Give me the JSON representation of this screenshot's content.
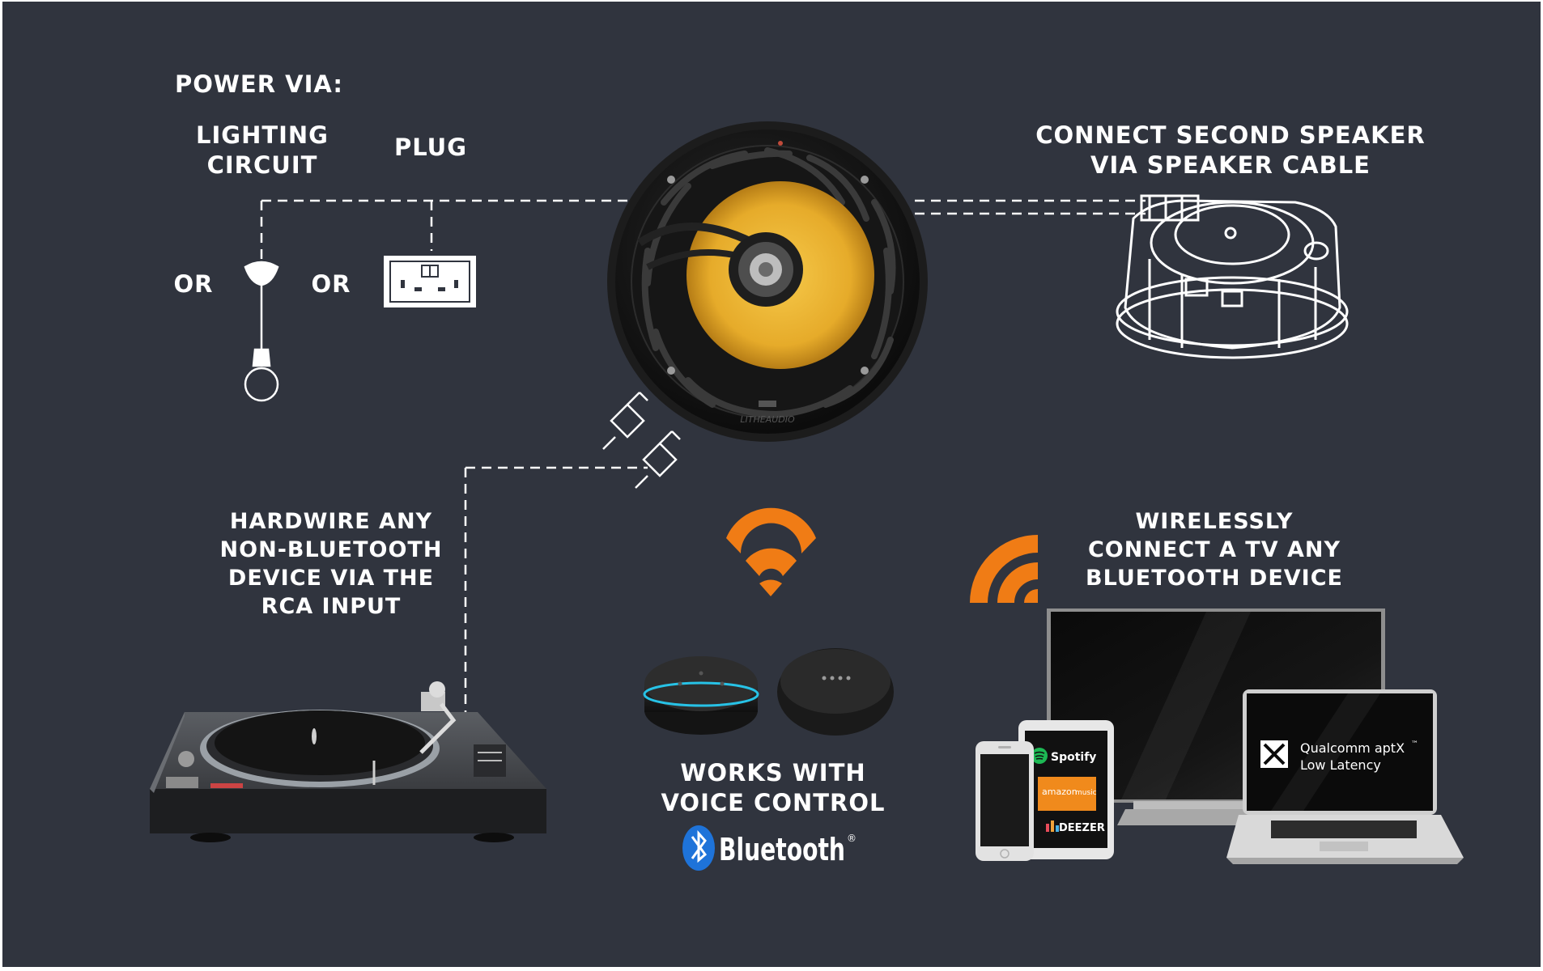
{
  "colors": {
    "background": "#30343e",
    "text": "#ffffff",
    "accent_orange": "#f07c15",
    "speaker_cone": "#e9b22f",
    "bluetooth_blue": "#1e73d9"
  },
  "power": {
    "heading": "POWER VIA:",
    "lighting_line1": "LIGHTING",
    "lighting_line2": "CIRCUIT",
    "plug": "PLUG",
    "or_left": "OR",
    "or_right": "OR"
  },
  "second_speaker": {
    "line1": "CONNECT SECOND SPEAKER",
    "line2": "VIA SPEAKER CABLE"
  },
  "speaker_brand": "LITHEAUDIO",
  "hardwire": {
    "line1": "HARDWIRE ANY",
    "line2": "NON-BLUETOOTH",
    "line3": "DEVICE VIA THE",
    "line4": "RCA INPUT"
  },
  "wireless": {
    "line1": "WIRELESSLY",
    "line2": "CONNECT  A TV ANY",
    "line3": "BLUETOOTH DEVICE"
  },
  "voice": {
    "line1": "WORKS WITH",
    "line2": "VOICE CONTROL"
  },
  "bluetooth_wordmark": "Bluetooth",
  "bluetooth_reg": "®",
  "aptx": {
    "line1": "Qualcomm aptX",
    "line2": "Low Latency",
    "tm": "™"
  },
  "apps": {
    "spotify": "Spotify",
    "amazon_line1": "amazon",
    "amazon_line2": "music",
    "deezer": "DEEZER"
  },
  "icons": [
    "pendant-light-icon",
    "socket-icon",
    "speaker-icon",
    "rca-plug-icon",
    "turntable-icon",
    "wifi-icon",
    "smart-speaker-icon",
    "bluetooth-icon",
    "tv-icon",
    "laptop-icon",
    "phone-icon",
    "tablet-icon"
  ]
}
